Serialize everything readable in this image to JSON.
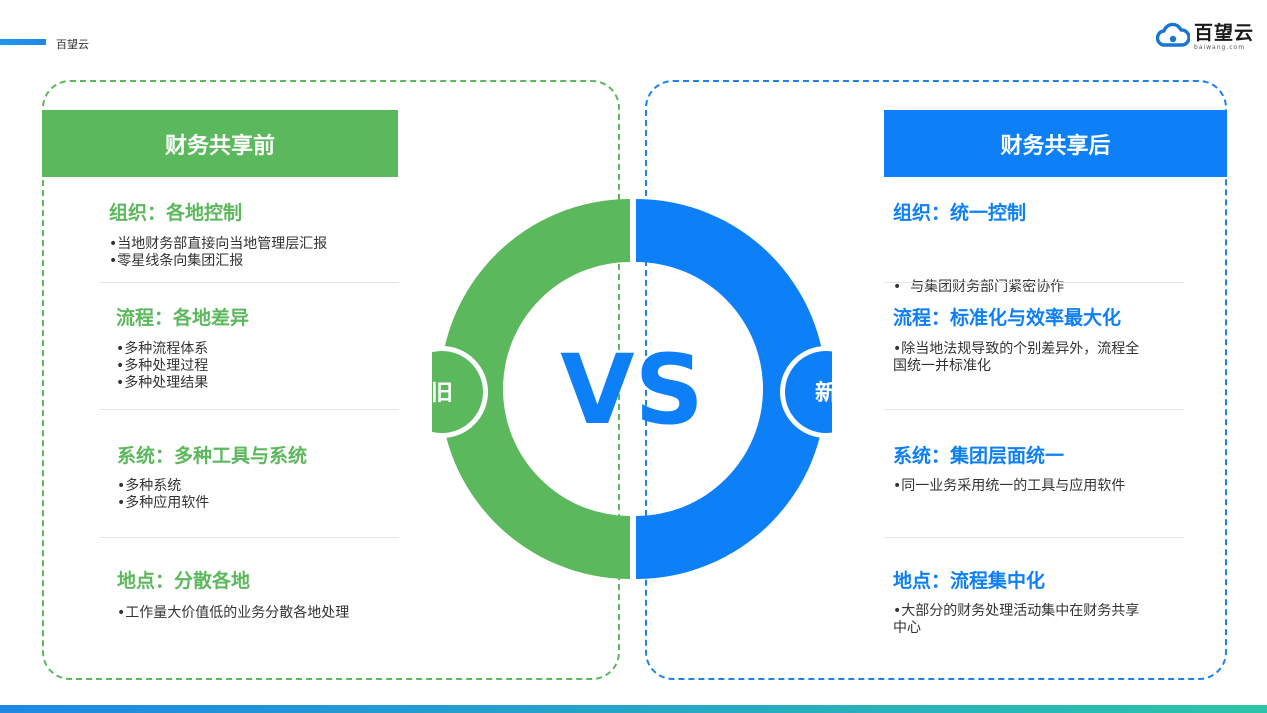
{
  "brand_small": "百望云",
  "logo": {
    "name": "百望云",
    "sub": "baiwang.com"
  },
  "colors": {
    "green": "#5cb85c",
    "blue": "#0d7ff7"
  },
  "left": {
    "header": "财务共享前",
    "sections": [
      {
        "title": "组织：各地控制",
        "items": [
          "•当地财务部直接向当地管理层汇报",
          "•零星线条向集团汇报"
        ]
      },
      {
        "title": "流程：各地差异",
        "items": [
          "•多种流程体系",
          "•多种处理过程",
          "•多种处理结果"
        ]
      },
      {
        "title": "系统：多种工具与系统",
        "items": [
          "•多种系统",
          "•多种应用软件"
        ]
      },
      {
        "title": "地点：分散各地",
        "items": [
          "•工作量大价值低的业务分散各地处理"
        ]
      }
    ]
  },
  "right": {
    "header": "财务共享后",
    "sections": [
      {
        "title": "组织：统一控制",
        "items": [
          "•  与集团财务部门紧密协作"
        ]
      },
      {
        "title": "流程：标准化与效率最大化",
        "items": [
          "•除当地法规导致的个别差异外，流程全",
          "国统一并标准化"
        ]
      },
      {
        "title": "系统：集团层面统一",
        "items": [
          "•同一业务采用统一的工具与应用软件"
        ]
      },
      {
        "title": "地点：流程集中化",
        "items": [
          "•大部分的财务处理活动集中在财务共享",
          "中心"
        ]
      }
    ]
  },
  "center": {
    "vs": "VS",
    "old_badge": "旧",
    "new_badge": "新"
  }
}
